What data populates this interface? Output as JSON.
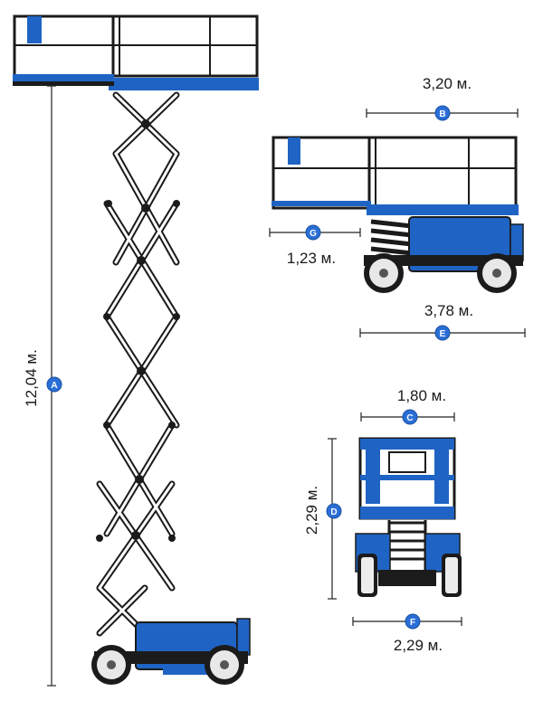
{
  "dimensions": {
    "A": {
      "badge": "A",
      "label": "12,04 м."
    },
    "B": {
      "badge": "B",
      "label": "3,20 м."
    },
    "C": {
      "badge": "C",
      "label": "1,80 м."
    },
    "D": {
      "badge": "D",
      "label": "2,29 м."
    },
    "E": {
      "badge": "E",
      "label": "3,78 м."
    },
    "F": {
      "badge": "F",
      "label": "2,29 м."
    },
    "G": {
      "badge": "G",
      "label": "1,23 м."
    }
  },
  "colors": {
    "machine_blue": "#1f64c4",
    "badge_blue": "#2a6fd6",
    "line": "#222222"
  }
}
